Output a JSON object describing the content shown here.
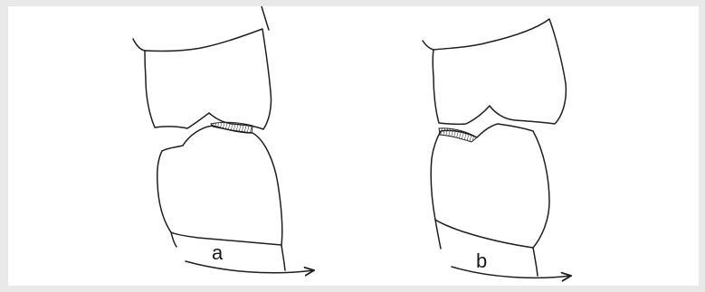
{
  "figure": {
    "panels": [
      {
        "id": "a",
        "label": "a"
      },
      {
        "id": "b",
        "label": "b"
      }
    ],
    "colors": {
      "background": "#e9e9e9",
      "paper": "#ffffff",
      "ink": "#1f1f1f"
    }
  }
}
